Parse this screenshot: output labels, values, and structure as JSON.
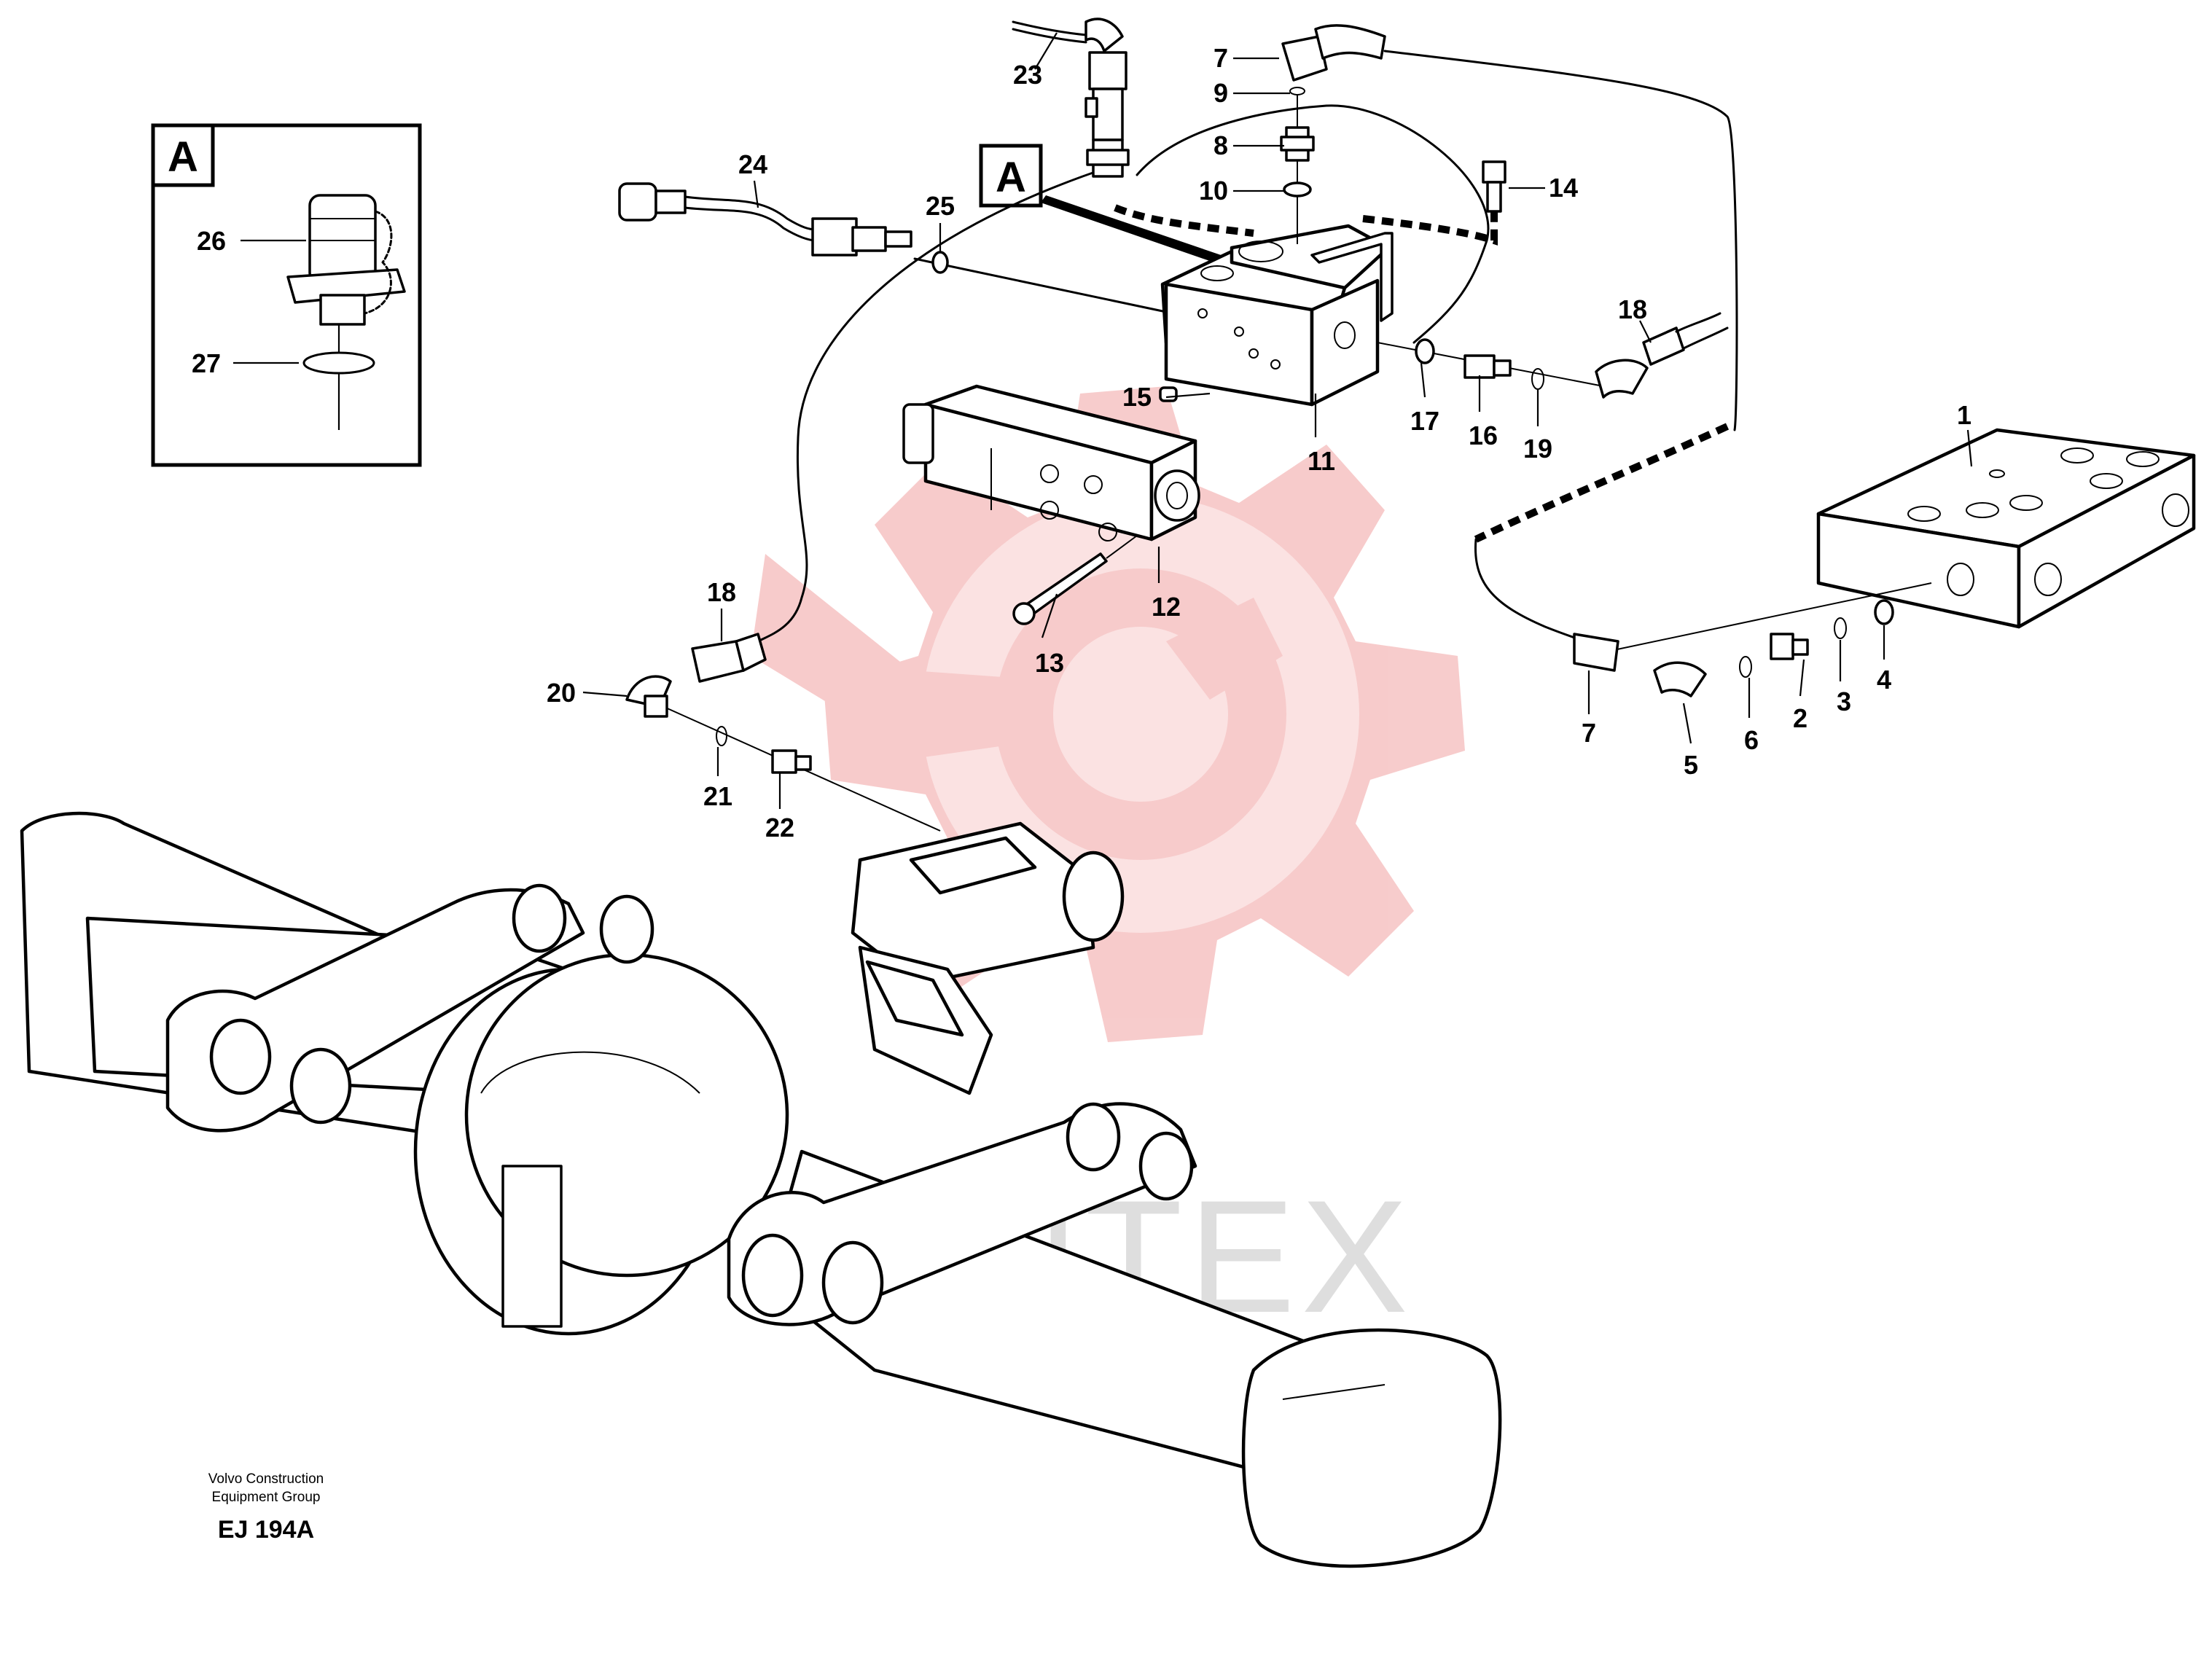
{
  "diagram": {
    "detail_marker": "A",
    "inset_marker": "A",
    "inset_labels": [
      "26",
      "27"
    ],
    "callouts": {
      "c1": "1",
      "c2": "2",
      "c3": "3",
      "c4": "4",
      "c5": "5",
      "c6": "6",
      "c7a": "7",
      "c7b": "7",
      "c8": "8",
      "c9": "9",
      "c10": "10",
      "c11": "11",
      "c12": "12",
      "c13": "13",
      "c14": "14",
      "c15": "15",
      "c16": "16",
      "c17": "17",
      "c18a": "18",
      "c18b": "18",
      "c19": "19",
      "c20": "20",
      "c21": "21",
      "c22": "22",
      "c23": "23",
      "c24": "24",
      "c25": "25"
    },
    "footer": {
      "company_line1": "Volvo Construction",
      "company_line2": "Equipment Group",
      "drawing_code": "EJ 194A"
    },
    "watermark_text": "MHTEX",
    "colors": {
      "line": "#000000",
      "watermark_gear": "#f6c3c3",
      "watermark_text": "#d9d9d9"
    }
  }
}
